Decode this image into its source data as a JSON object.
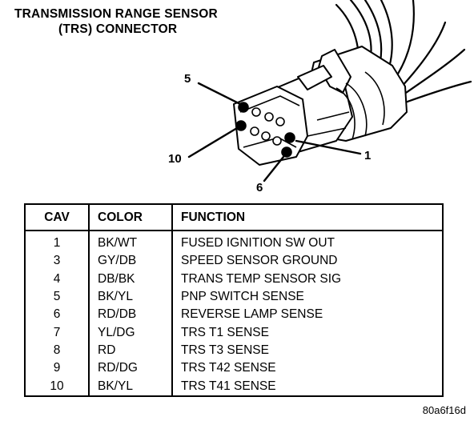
{
  "title": {
    "line1": "TRANSMISSION RANGE SENSOR",
    "line2": "(TRS) CONNECTOR"
  },
  "callouts": {
    "cav5": "5",
    "cav10": "10",
    "cav1": "1",
    "cav6": "6"
  },
  "table": {
    "headers": {
      "cav": "CAV",
      "color": "COLOR",
      "function": "FUNCTION"
    },
    "rows": [
      {
        "cav": "1",
        "color": "BK/WT",
        "function": "FUSED IGNITION SW OUT"
      },
      {
        "cav": "3",
        "color": "GY/DB",
        "function": "SPEED SENSOR GROUND"
      },
      {
        "cav": "4",
        "color": "DB/BK",
        "function": "TRANS TEMP SENSOR SIG"
      },
      {
        "cav": "5",
        "color": "BK/YL",
        "function": "PNP SWITCH SENSE"
      },
      {
        "cav": "6",
        "color": "RD/DB",
        "function": "REVERSE LAMP SENSE"
      },
      {
        "cav": "7",
        "color": "YL/DG",
        "function": "TRS T1 SENSE"
      },
      {
        "cav": "8",
        "color": "RD",
        "function": "TRS T3 SENSE"
      },
      {
        "cav": "9",
        "color": "RD/DG",
        "function": "TRS T42 SENSE"
      },
      {
        "cav": "10",
        "color": "BK/YL",
        "function": "TRS T41 SENSE"
      }
    ]
  },
  "figure_id": "80a6f16d"
}
